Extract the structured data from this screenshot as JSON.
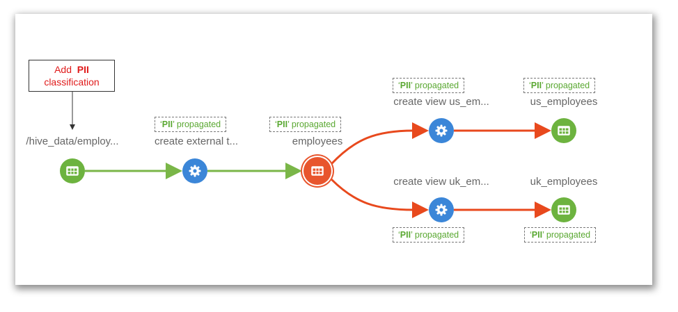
{
  "callout": {
    "prefix": "Add",
    "highlight": "PII",
    "suffix": "classification"
  },
  "tag": {
    "prefix": "‘",
    "highlight": "PII",
    "suffix": "’ propagated"
  },
  "nodes": {
    "hdfs_path": {
      "label": "/hive_data/employ...",
      "icon": "table-icon"
    },
    "create_external": {
      "label": "create external t...",
      "icon": "gear-icon"
    },
    "employees": {
      "label": "employees",
      "icon": "table-icon"
    },
    "create_view_us": {
      "label": "create view us_em...",
      "icon": "gear-icon"
    },
    "us_employees": {
      "label": "us_employees",
      "icon": "table-icon"
    },
    "create_view_uk": {
      "label": "create view uk_em...",
      "icon": "gear-icon"
    },
    "uk_employees": {
      "label": "uk_employees",
      "icon": "table-icon"
    }
  },
  "colors": {
    "input_edge": "#7ab648",
    "output_edge": "#e8491d",
    "dataset": "#6db33f",
    "process": "#3b86d8",
    "selected": "#e8552d"
  }
}
